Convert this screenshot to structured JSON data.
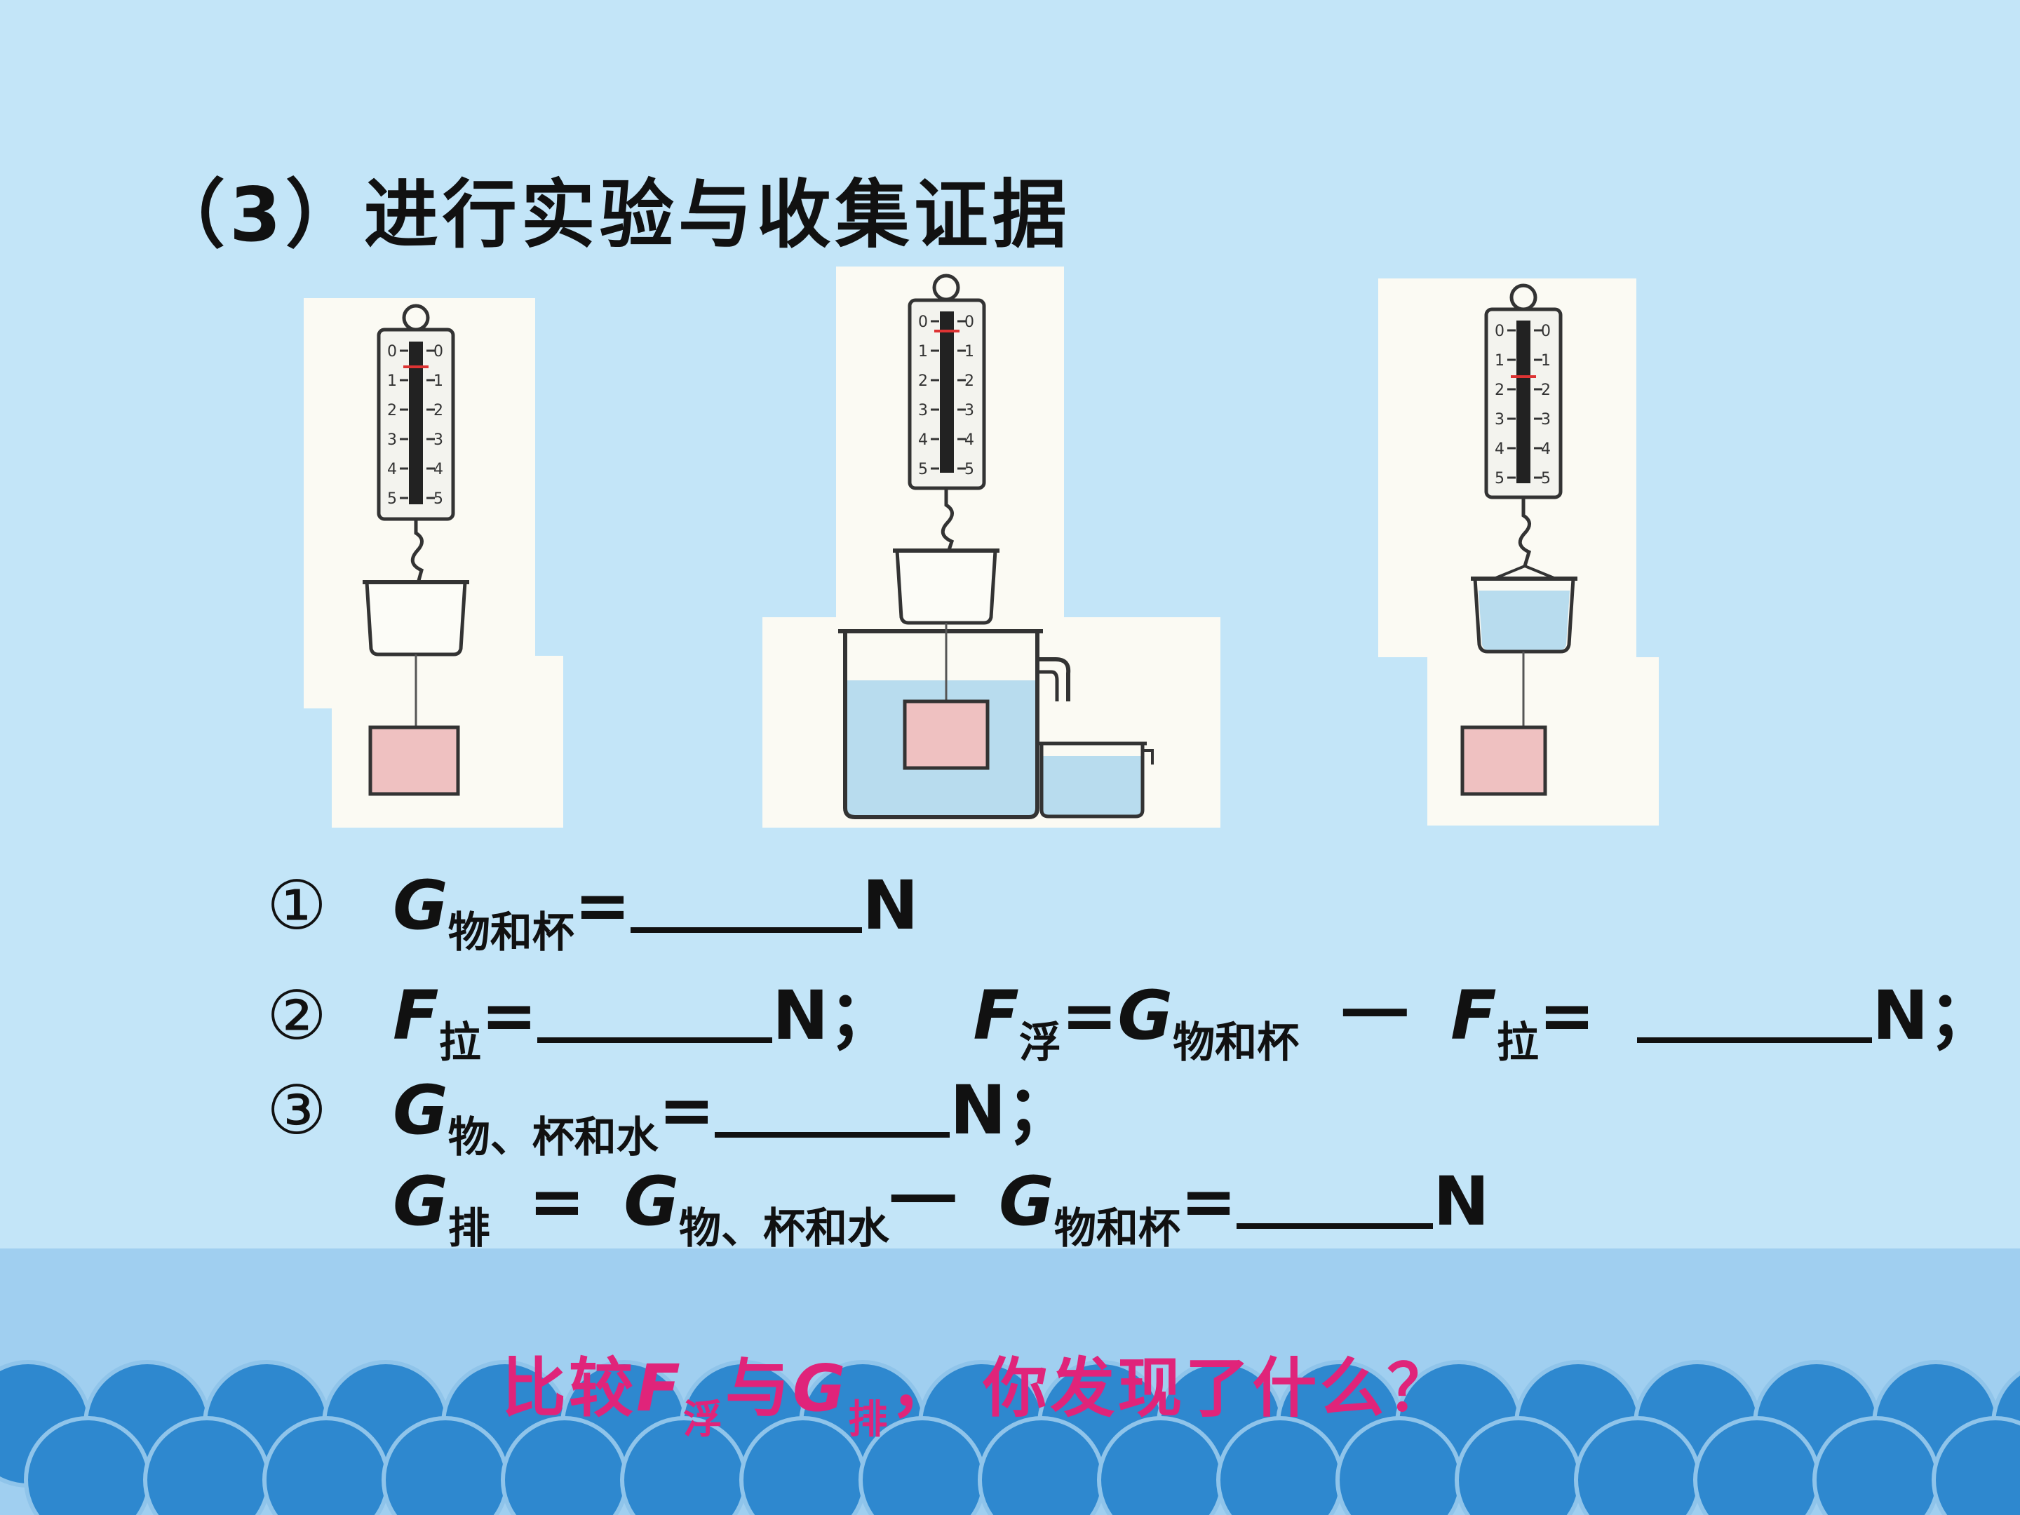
{
  "title": "（3）进行实验与收集证据",
  "equations": {
    "line1": {
      "marker": "①",
      "g": "G",
      "sub_g": "物和杯",
      "equals": "=",
      "unit": "N"
    },
    "line2": {
      "marker": "②",
      "f": "F",
      "sub_pull": "拉",
      "equals": "=",
      "unit": "N；",
      "f2": "F",
      "sub_float": "浮",
      "g": "G",
      "sub_g": "物和杯",
      "minus": "一",
      "f3": "F",
      "sub_pull2": "拉",
      "equals2": "=",
      "unit2": "N；"
    },
    "line3": {
      "marker": "③",
      "g": "G",
      "sub_g": "物、杯和水",
      "equals": "=",
      "unit": "N；"
    },
    "line4": {
      "g": "G",
      "sub_disp": "排",
      "equals": "=",
      "g2": "G",
      "sub_g2": "物、杯和水",
      "minus": "一",
      "g3": "G",
      "sub_g3": "物和杯",
      "equals2": "=",
      "unit": "N"
    }
  },
  "question": {
    "pre": "比较",
    "f": "F",
    "sub_f": "浮",
    "mid": "与",
    "g": "G",
    "sub_g": "排",
    "post": "， 你发现了什么？"
  },
  "scale": {
    "ticks": [
      "0",
      "1",
      "2",
      "3",
      "4",
      "5"
    ],
    "unit": "N"
  },
  "colors": {
    "background": "#c3e5f8",
    "wave_band": "#a0cff0",
    "wave": "#2e88cf",
    "water": "#b8dcee",
    "block": "#efc1c1",
    "question": "#e0247a"
  }
}
